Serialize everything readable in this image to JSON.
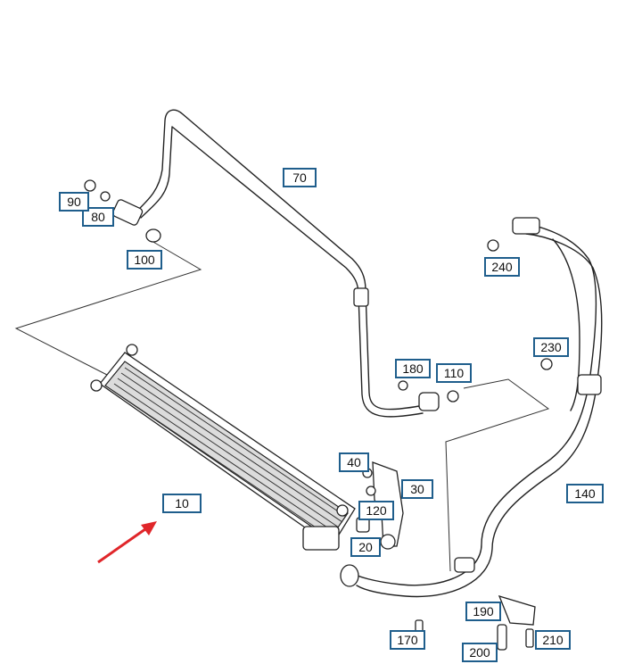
{
  "colors": {
    "callout_border": "#1f5e8c",
    "arrow": "#e0262a",
    "line": "#222222",
    "background": "#ffffff"
  },
  "callouts": {
    "p10": "10",
    "p20": "20",
    "p30": "30",
    "p40": "40",
    "p70": "70",
    "p80": "80",
    "p90": "90",
    "p100": "100",
    "p110": "110",
    "p120": "120",
    "p140": "140",
    "p170": "170",
    "p180": "180",
    "p190": "190",
    "p200": "200",
    "p210": "210",
    "p230": "230",
    "p240": "240"
  }
}
